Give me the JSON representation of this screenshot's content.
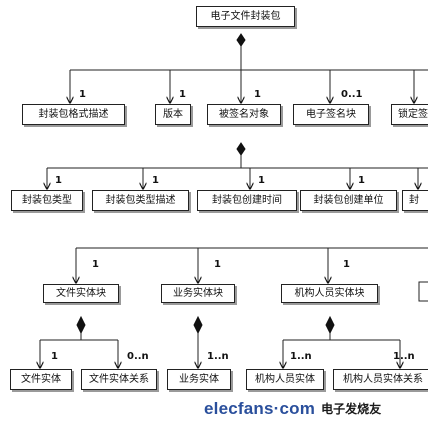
{
  "nodes": {
    "package": "电子文件封装包",
    "format_desc": "封装包格式描述",
    "version": "版本",
    "signed_object": "被签名对象",
    "e_sig_block": "电子签名块",
    "lock_sig": "锁定签",
    "pkg_type": "封装包类型",
    "pkg_type_desc": "封装包类型描述",
    "pkg_create_time": "封装包创建时间",
    "pkg_create_unit": "封装包创建单位",
    "pkg_more": "封",
    "file_entity_block": "文件实体块",
    "business_entity_block": "业务实体块",
    "org_person_entity_block": "机构人员实体块",
    "file_entity": "文件实体",
    "file_entity_rel": "文件实体关系",
    "business_entity": "业务实体",
    "org_person_entity": "机构人员实体",
    "org_person_entity_rel": "机构人员实体关系"
  },
  "multiplicities": {
    "format_desc": "1",
    "version": "1",
    "signed_object": "1",
    "e_sig_block": "0..1",
    "pkg_type": "1",
    "pkg_type_desc": "1",
    "pkg_create_time": "1",
    "pkg_create_unit": "1",
    "file_entity_block": "1",
    "business_entity_block": "1",
    "org_person_entity_block": "1",
    "file_entity": "1",
    "file_entity_rel": "0..n",
    "business_entity": "1..n",
    "org_person_entity": "1..n",
    "org_person_entity_rel": "1..n"
  },
  "watermark": {
    "logo": "elecfans·com",
    "text": "电子发烧友"
  }
}
